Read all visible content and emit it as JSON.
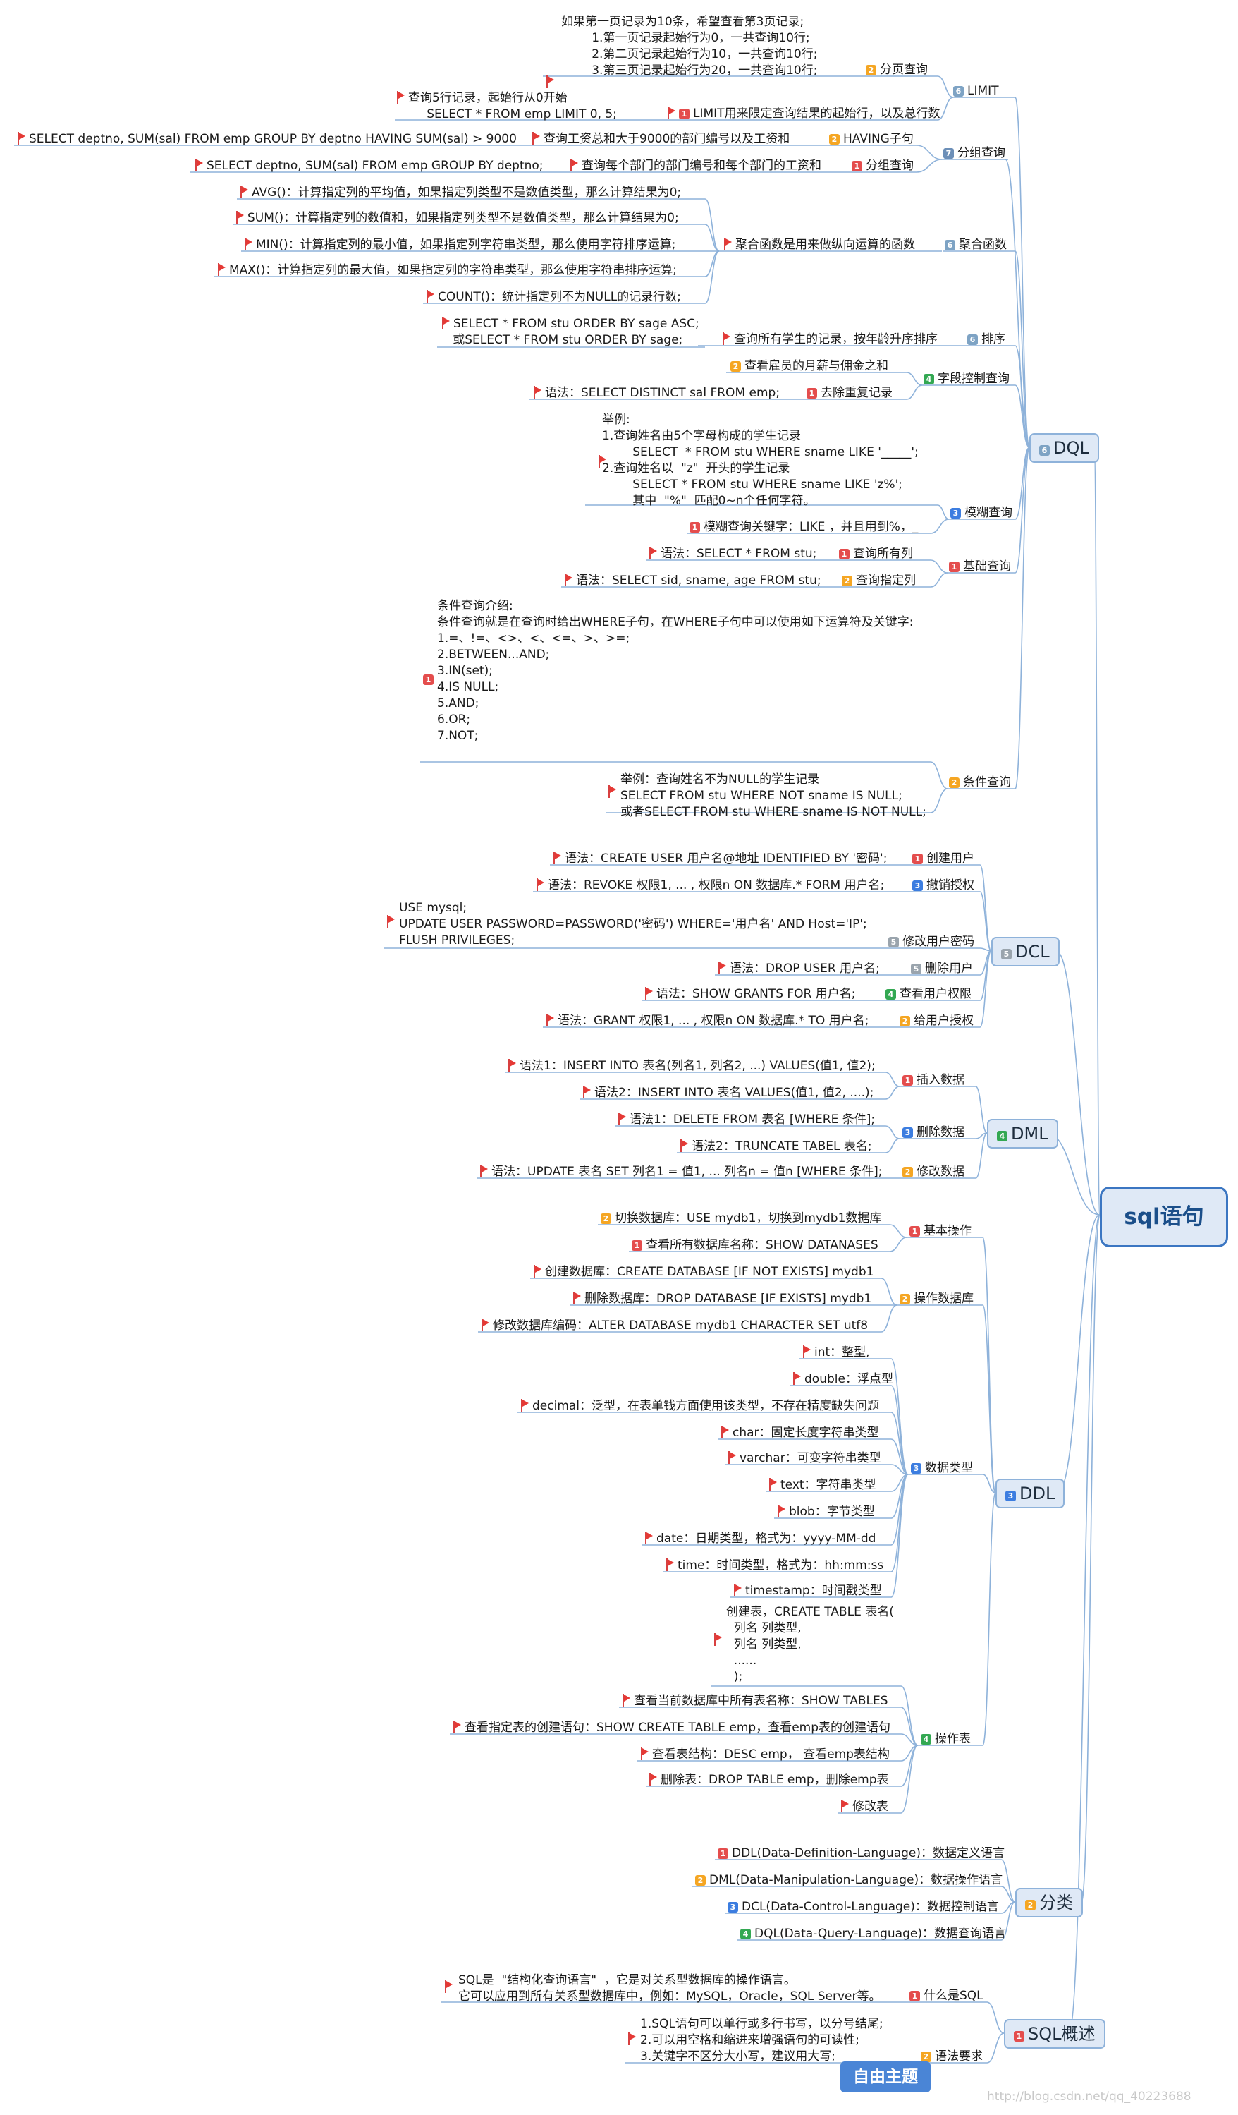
{
  "center": "sql语句",
  "free_topic": "自由主题",
  "watermark": "http://blog.csdn.net/qq_40223688",
  "colors": {
    "line": "#8eb2da",
    "flag": "#e53935",
    "center_border": "#3b76c2",
    "pill_fill": "#dfe9f6"
  },
  "level1": {
    "dql": "DQL",
    "dcl": "DCL",
    "dml": "DML",
    "ddl": "DDL",
    "class": "分类",
    "overview": "SQL概述"
  },
  "dql": {
    "limit": {
      "label": "LIMIT",
      "paging": "分页查询",
      "paging_text": [
        "如果第一页记录为10条，希望查看第3页记录;",
        "        1.第一页记录起始行为0，一共查询10行;",
        "        2.第二页记录起始行为10，一共查询10行;",
        "        3.第三页记录起始行为20，一共查询10行;"
      ],
      "usage": "LIMIT用来限定查询结果的起始行，以及总行数",
      "usage_text": [
        "查询5行记录，起始行从0开始",
        "        SELECT * FROM emp LIMIT 0, 5;"
      ]
    },
    "group": {
      "label": "分组查询",
      "having": "HAVING子句",
      "having_desc": "查询工资总和大于9000的部门编号以及工资和",
      "having_sql": "SELECT deptno, SUM(sal) FROM emp GROUP BY deptno HAVING SUM(sal) > 9000",
      "group_q": "分组查询",
      "group_desc": "查询每个部门的部门编号和每个部门的工资和",
      "group_sql": "SELECT deptno, SUM(sal) FROM emp GROUP BY deptno;"
    },
    "agg": {
      "label": "聚合函数",
      "desc": "聚合函数是用来做纵向运算的函数",
      "items": [
        "AVG()：计算指定列的平均值，如果指定列类型不是数值类型，那么计算结果为0;",
        "SUM()：计算指定列的数值和，如果指定列类型不是数值类型，那么计算结果为0;",
        "MIN()：计算指定列的最小值，如果指定列字符串类型，那么使用字符排序运算;",
        "MAX()：计算指定列的最大值，如果指定列的字符串类型，那么使用字符串排序运算;",
        "COUNT()：统计指定列不为NULL的记录行数;"
      ]
    },
    "order": {
      "label": "排序",
      "desc": "查询所有学生的记录，按年龄升序排序",
      "sql": [
        "SELECT * FROM stu ORDER BY sage ASC;",
        "或SELECT * FROM stu ORDER BY sage;"
      ]
    },
    "field": {
      "label": "字段控制查询",
      "calc": "查看雇员的月薪与佣金之和",
      "distinct": "去除重复记录",
      "distinct_sql": "语法：SELECT DISTINCT sal FROM emp;"
    },
    "fuzzy": {
      "label": "模糊查询",
      "kw": "模糊查询关键字：LIKE ，并且用到%，_",
      "example": [
        "举例:",
        "1.查询姓名由5个字母构成的学生记录",
        "        SELECT  * FROM stu WHERE sname LIKE '_____';",
        "2.查询姓名以  \"z\"  开头的学生记录",
        "        SELECT * FROM stu WHERE sname LIKE 'z%';",
        "        其中  \"%\"  匹配0~n个任何字符。"
      ]
    },
    "basic": {
      "label": "基础查询",
      "all": "查询所有列",
      "all_sql": "语法：SELECT * FROM stu;",
      "some": "查询指定列",
      "some_sql": "语法：SELECT sid, sname, age FROM stu;"
    },
    "cond": {
      "label": "条件查询",
      "intro": [
        "条件查询介绍:",
        "条件查询就是在查询时给出WHERE子句，在WHERE子句中可以使用如下运算符及关键字:",
        "1.=、!=、<>、<、<=、>、>=;",
        "2.BETWEEN...AND;",
        "3.IN(set);",
        "4.IS NULL;",
        "5.AND;",
        "6.OR;",
        "7.NOT;"
      ],
      "example": [
        "举例：查询姓名不为NULL的学生记录",
        "SELECT FROM stu WHERE NOT sname IS NULL;",
        "或者SELECT FROM stu WHERE sname IS NOT NULL;"
      ]
    }
  },
  "dcl": {
    "create": "创建用户",
    "create_sql": "语法：CREATE USER 用户名@地址 IDENTIFIED BY '密码';",
    "revoke": "撤销授权",
    "revoke_sql": "语法：REVOKE 权限1, ... , 权限n ON 数据库.* FORM 用户名;",
    "pwd": "修改用户密码",
    "pwd_sql": [
      "USE mysql;",
      "UPDATE USER PASSWORD=PASSWORD('密码') WHERE='用户名' AND Host='IP';",
      "FLUSH PRIVILEGES;"
    ],
    "drop": "删除用户",
    "drop_sql": "语法：DROP USER 用户名;",
    "show": "查看用户权限",
    "show_sql": "语法：SHOW GRANTS FOR 用户名;",
    "grant": "给用户授权",
    "grant_sql": "语法：GRANT 权限1, ... , 权限n ON 数据库.* TO 用户名;"
  },
  "dml": {
    "insert": "插入数据",
    "insert1": "语法1：INSERT INTO 表名(列名1, 列名2, ...) VALUES(值1, 值2);",
    "insert2": "语法2：INSERT INTO 表名 VALUES(值1, 值2, ....);",
    "delete": "删除数据",
    "delete1": "语法1：DELETE FROM 表名 [WHERE 条件];",
    "delete2": "语法2：TRUNCATE TABEL 表名;",
    "update": "修改数据",
    "update_sql": "语法：UPDATE 表名 SET 列名1 = 值1, ... 列名n = 值n [WHERE 条件];"
  },
  "ddl": {
    "basic": "基本操作",
    "switch": "切换数据库：USE mydb1，切换到mydb1数据库",
    "showdb": "查看所有数据库名称：SHOW DATANASES",
    "dbop": "操作数据库",
    "createdb": "创建数据库：CREATE DATABASE [IF NOT EXISTS] mydb1",
    "dropdb": "删除数据库：DROP DATABASE [IF EXISTS] mydb1",
    "alterdb": "修改数据库编码：ALTER DATABASE mydb1 CHARACTER SET utf8",
    "types": "数据类型",
    "type_items": [
      "int：整型,",
      "double：浮点型",
      "decimal：泛型，在表单钱方面使用该类型，不存在精度缺失问题",
      "char：固定长度字符串类型",
      "varchar：可变字符串类型",
      "text：字符串类型",
      "blob：字节类型",
      "date：日期类型，格式为：yyyy-MM-dd",
      "time：时间类型，格式为：hh:mm:ss",
      "timestamp：时间戳类型"
    ],
    "table": "操作表",
    "create_table": [
      "创建表，CREATE TABLE 表名(",
      "  列名 列类型,",
      "  列名 列类型,",
      "  ......",
      "  );"
    ],
    "table_items": [
      "查看当前数据库中所有表名称：SHOW TABLES",
      "查看指定表的创建语句：SHOW CREATE TABLE emp，查看emp表的创建语句",
      "查看表结构：DESC emp，  查看emp表结构",
      "删除表：DROP TABLE emp，删除emp表",
      "修改表"
    ]
  },
  "class_items": [
    "DDL(Data-Definition-Language)：数据定义语言",
    "DML(Data-Manipulation-Language)：数据操作语言",
    "DCL(Data-Control-Language)：数据控制语言",
    "DQL(Data-Query-Language)：数据查询语言"
  ],
  "overview": {
    "what": "什么是SQL",
    "what_text": [
      "SQL是  \"结构化查询语言\"  ，它是对关系型数据库的操作语言。",
      "它可以应用到所有关系型数据库中，例如：MySQL，Oracle，SQL Server等。"
    ],
    "req": "语法要求",
    "req_text": [
      "1.SQL语句可以单行或多行书写，以分号结尾;",
      "2.可以用空格和缩进来增强语句的可读性;",
      "3.关键字不区分大小写，建议用大写;"
    ]
  }
}
